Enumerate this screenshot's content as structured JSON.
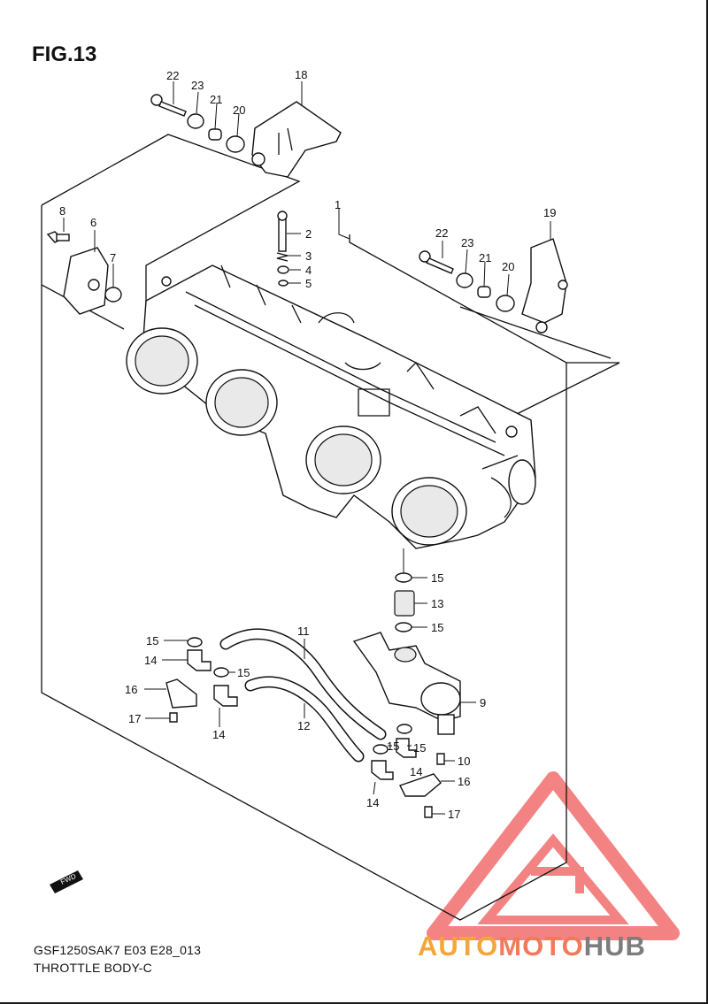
{
  "figure": {
    "title": "FIG.13",
    "caption_line1": "GSF1250SAK7 E03 E28_013",
    "caption_line2": "THROTTLE BODY-C"
  },
  "callouts": {
    "c1": "1",
    "c2": "2",
    "c3": "3",
    "c4": "4",
    "c5": "5",
    "c6": "6",
    "c7": "7",
    "c8": "8",
    "c9": "9",
    "c10": "10",
    "c11": "11",
    "c12": "12",
    "c13": "13",
    "c14a": "14",
    "c14b": "14",
    "c14c": "14",
    "c14d": "14",
    "c15a": "15",
    "c15b": "15",
    "c15c": "15",
    "c15d": "15",
    "c15e": "15",
    "c16a": "16",
    "c16b": "16",
    "c17a": "17",
    "c17b": "17",
    "c18": "18",
    "c19": "19",
    "c20a": "20",
    "c20b": "20",
    "c21a": "21",
    "c21b": "21",
    "c22a": "22",
    "c22b": "22",
    "c23a": "23",
    "c23b": "23"
  },
  "fwd_label": "FWD",
  "watermark": {
    "part1": "AUTO",
    "part2": "MOTO",
    "part3": "HUB",
    "colors": {
      "auto": "#f4a63a",
      "moto": "#f07a5a",
      "hub": "#7d7d7d",
      "triangle": "#f05a5a"
    }
  }
}
